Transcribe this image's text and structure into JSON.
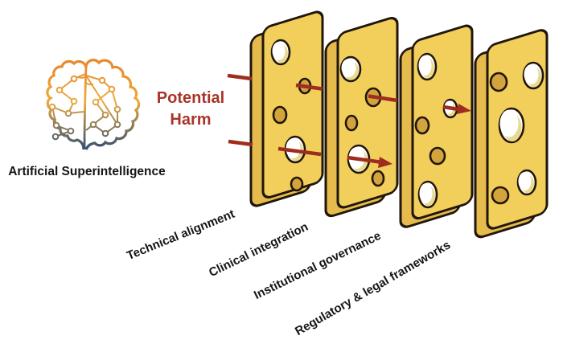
{
  "source": {
    "label": "Artificial Superintelligence",
    "icon": "brain-circuit-icon"
  },
  "hazard": {
    "label": "Potential Harm"
  },
  "layers": [
    {
      "label": "Technical alignment"
    },
    {
      "label": "Clinical integration"
    },
    {
      "label": "Institutional governance"
    },
    {
      "label": "Regulatory & legal frameworks"
    }
  ],
  "colors": {
    "background": "#FFFFFF",
    "cheese_face": "#F2CE5B",
    "cheese_side": "#E5BB4D",
    "hole_amber": "#D3A43E",
    "hole_wall": "#EADA8F",
    "outline": "#20160B",
    "arrow": "#9F2D1F",
    "harm_text": "#A8352A",
    "ink": "#151515",
    "brain_top": "#E8882C",
    "brain_mid": "#ECAB3E",
    "brain_bottom": "#2C4B72"
  }
}
